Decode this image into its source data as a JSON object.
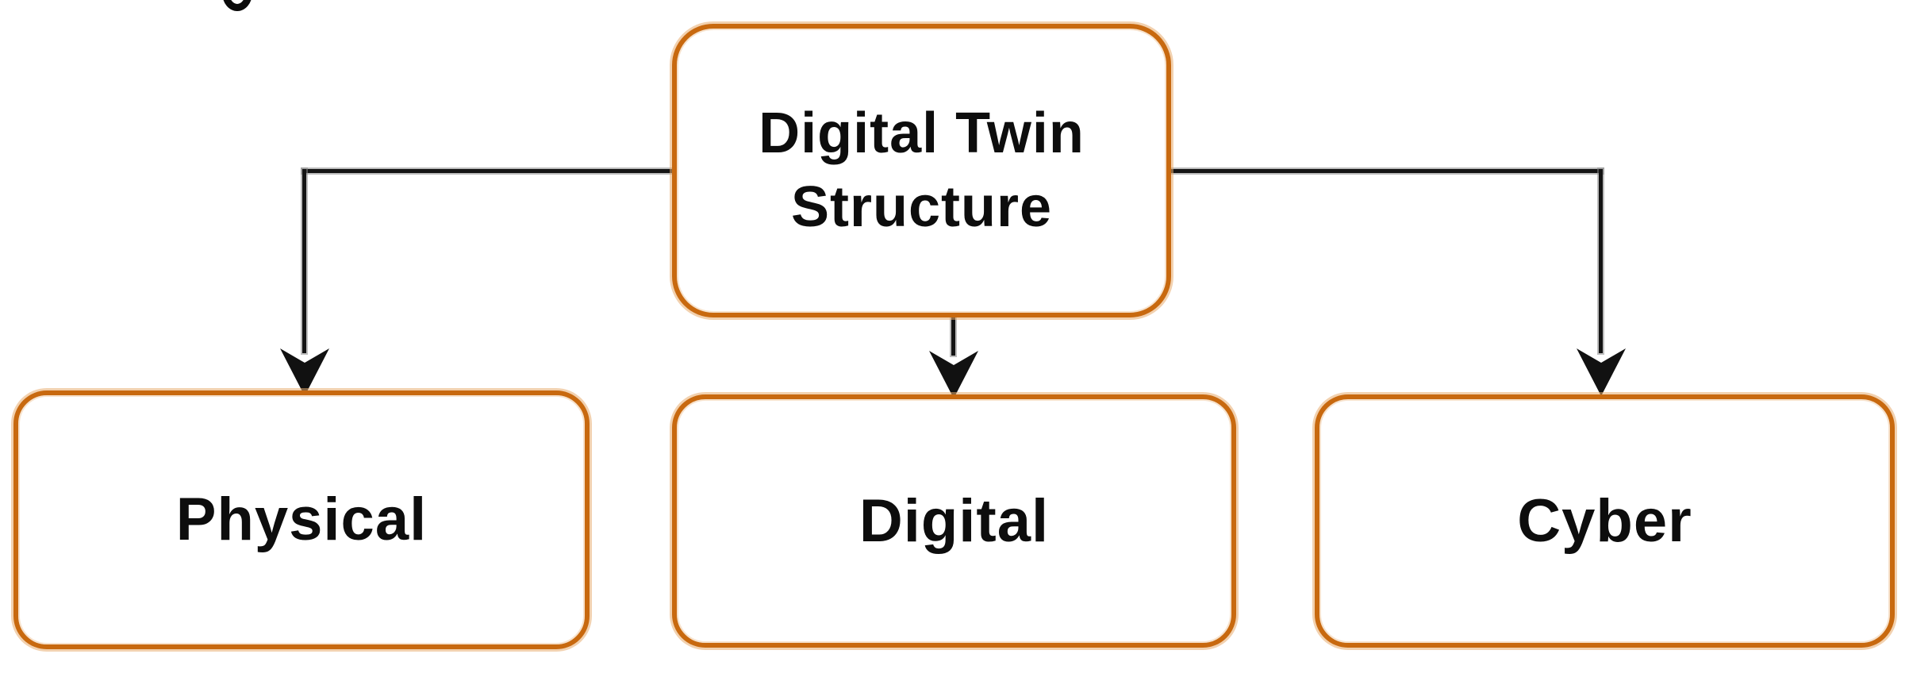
{
  "figure": {
    "background_color": "#ffffff",
    "cropped_caption_fragment": "partial bottom loop of a letter (likely 'g') cut off at the top-left edge"
  },
  "diagram": {
    "type": "tree",
    "root": {
      "label": "Digital Twin Structure",
      "line1": "Digital Twin",
      "line2": "Structure"
    },
    "children": [
      {
        "label": "Physical"
      },
      {
        "label": "Digital"
      },
      {
        "label": "Cyber"
      }
    ],
    "edges": [
      {
        "from": "Digital Twin Structure",
        "to": "Physical",
        "arrow": "down"
      },
      {
        "from": "Digital Twin Structure",
        "to": "Digital",
        "arrow": "down"
      },
      {
        "from": "Digital Twin Structure",
        "to": "Cyber",
        "arrow": "down"
      }
    ],
    "colors": {
      "node_border": "#c8690f",
      "node_fill": "#ffffff",
      "label_text": "#0d0d0d",
      "connector": "#141414"
    }
  }
}
